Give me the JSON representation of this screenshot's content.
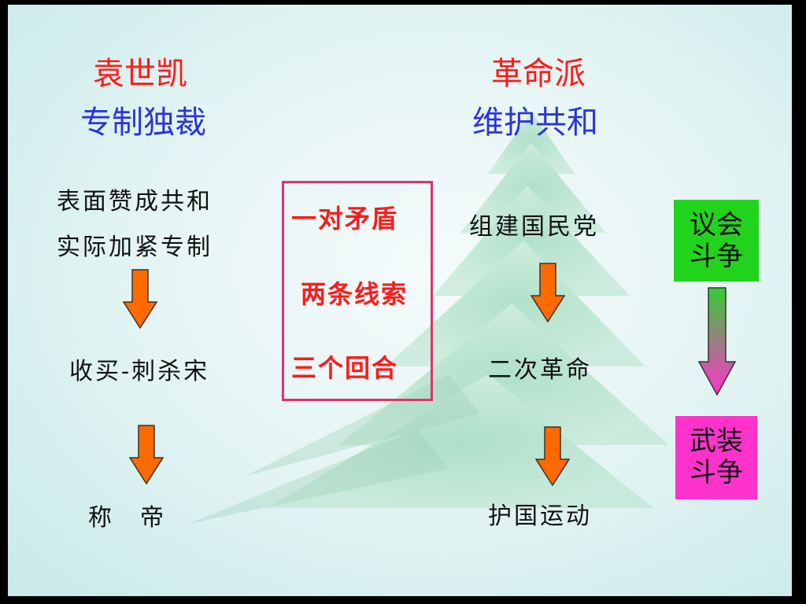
{
  "left": {
    "title": "袁世凯",
    "subtitle": "专制独裁",
    "step1_line1": "表面赞成共和",
    "step1_line2": "实际加紧专制",
    "step2": "收买-刺杀宋",
    "step3": "称　帝"
  },
  "right": {
    "title": "革命派",
    "subtitle": "维护共和",
    "step1": "组建国民党",
    "step2": "二次革命",
    "step3": "护国运动"
  },
  "center": {
    "line1": "一对矛盾",
    "line2": "两条线索",
    "line3": "三个回合"
  },
  "tags": {
    "parliament": [
      "议会",
      "斗争"
    ],
    "armed": [
      "武装",
      "斗争"
    ]
  },
  "colors": {
    "title_red": "#ff1a1a",
    "subtitle_blue": "#2b35d8",
    "arrow_orange": "#ff6a00",
    "box_border": "#e0336b",
    "tag_green": "#22d31e",
    "tag_pink": "#ff33cc"
  }
}
